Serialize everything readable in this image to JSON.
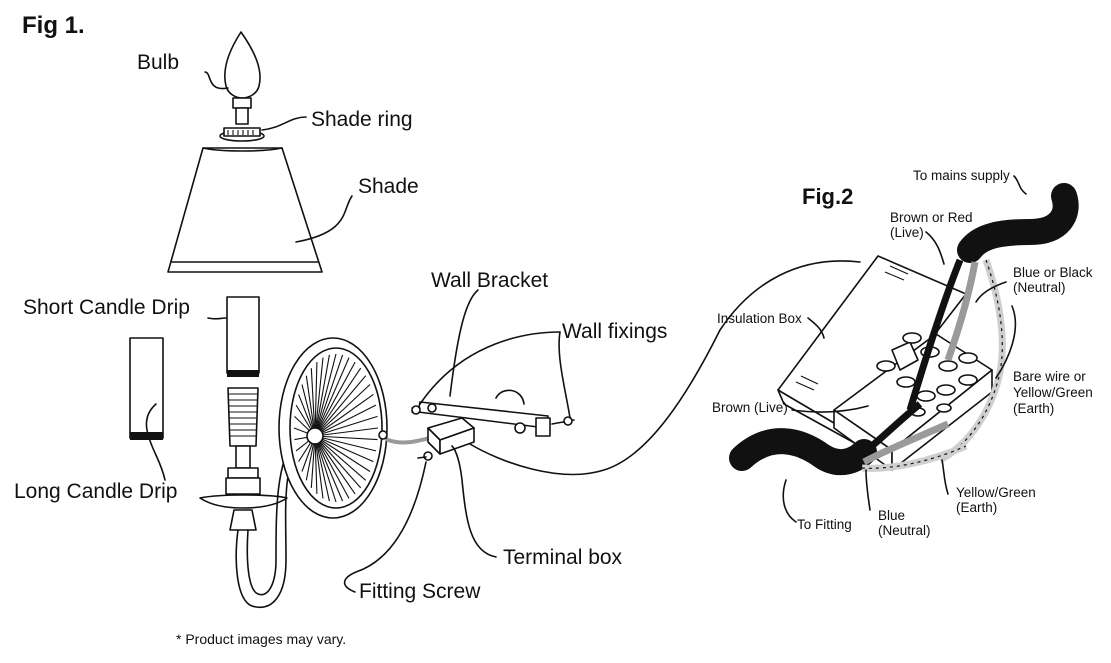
{
  "figure1": {
    "title": "Fig 1.",
    "labels": {
      "bulb": "Bulb",
      "shade_ring": "Shade ring",
      "shade": "Shade",
      "short_candle_drip": "Short Candle Drip",
      "long_candle_drip": "Long Candle Drip",
      "wall_bracket": "Wall Bracket",
      "wall_fixings": "Wall fixings",
      "terminal_box": "Terminal box",
      "fitting_screw": "Fitting Screw"
    },
    "footnote": "* Product images may vary."
  },
  "figure2": {
    "title": "Fig.2",
    "labels": {
      "to_mains_supply": "To mains supply",
      "brown_or_red": "Brown or Red",
      "brown_or_red_sub": "(Live)",
      "blue_or_black": "Blue or Black",
      "blue_or_black_sub": "(Neutral)",
      "insulation_box": "Insulation Box",
      "bare_wire_1": "Bare wire or",
      "bare_wire_2": "Yellow/Green",
      "bare_wire_3": "(Earth)",
      "brown_live": "Brown (Live)",
      "yellow_green": "Yellow/Green",
      "yellow_green_sub": "(Earth)",
      "blue": "Blue",
      "blue_sub": "(Neutral)",
      "to_fitting": "To Fitting"
    }
  },
  "colors": {
    "ink": "#111111",
    "wire_grey": "#9a9a9a",
    "wire_light": "#cfcfcf",
    "background": "#ffffff"
  }
}
